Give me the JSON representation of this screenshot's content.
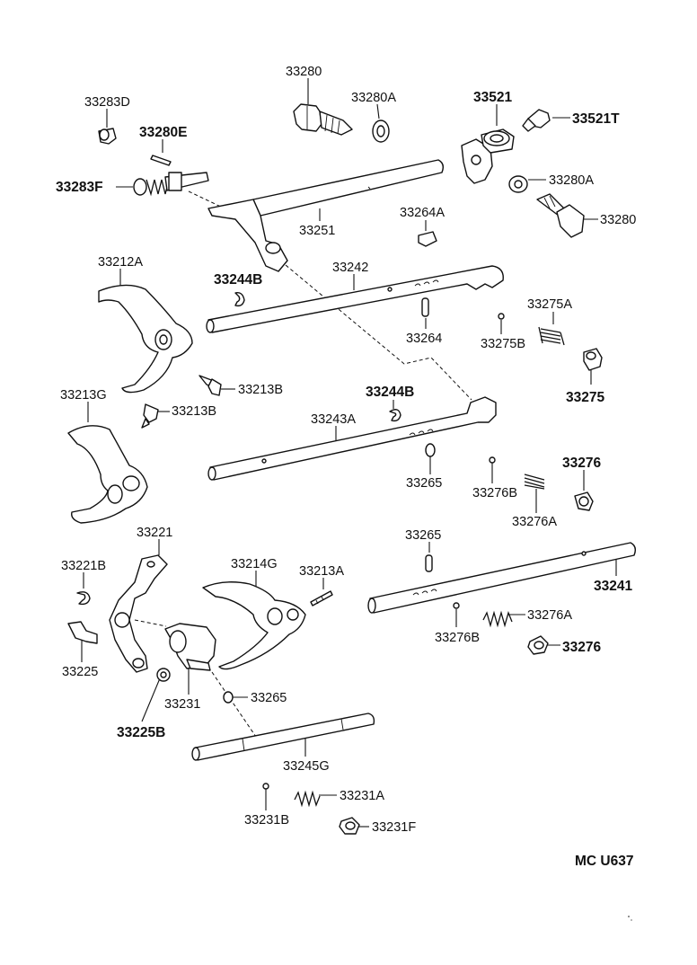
{
  "diagram": {
    "code": "MC  U637",
    "labels": {
      "p33280_top": "33280",
      "p33280A_top": "33280A",
      "p33283D": "33283D",
      "p33280E": "33280E",
      "p33283F": "33283F",
      "p33521": "33521",
      "p33521T": "33521T",
      "p33280A_right": "33280A",
      "p33280_right": "33280",
      "p33251": "33251",
      "p33264A": "33264A",
      "p33212A": "33212A",
      "p33244B_1": "33244B",
      "p33242": "33242",
      "p33264": "33264",
      "p33275A": "33275A",
      "p33275B": "33275B",
      "p33275": "33275",
      "p33213B_1": "33213B",
      "p33213B_2": "33213B",
      "p33213G": "33213G",
      "p33244B_2": "33244B",
      "p33243A": "33243A",
      "p33265_1": "33265",
      "p33276B_1": "33276B",
      "p33276_1": "33276",
      "p33276A_1": "33276A",
      "p33221": "33221",
      "p33265_2": "33265",
      "p33221B": "33221B",
      "p33214G": "33214G",
      "p33213A": "33213A",
      "p33241": "33241",
      "p33276A_2": "33276A",
      "p33225": "33225",
      "p33276B_2": "33276B",
      "p33276_2": "33276",
      "p33231": "33231",
      "p33265_3": "33265",
      "p33225B": "33225B",
      "p33245G": "33245G",
      "p33231A": "33231A",
      "p33231B": "33231B",
      "p33231F": "33231F"
    }
  }
}
